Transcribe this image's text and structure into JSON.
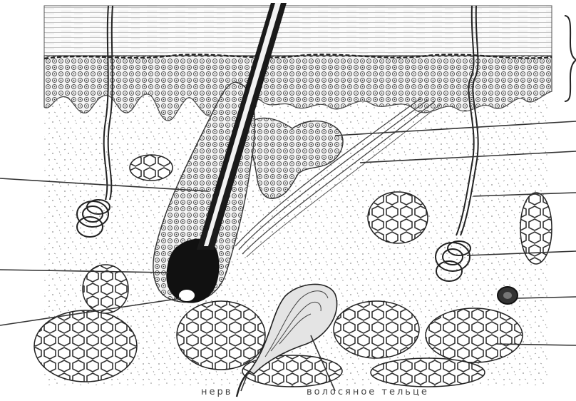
{
  "figure": {
    "caption_left": "нерв",
    "caption_right": "волосяное тельце"
  },
  "colors": {
    "ink": "#1a1a1a",
    "paper": "#ffffff",
    "stipple": "#c9c9c9",
    "leader": "#333333"
  },
  "parts": [
    "stratum-corneum",
    "epidermis",
    "dermis",
    "hair-shaft",
    "hair-follicle",
    "hair-bulb",
    "hair-papilla",
    "sebaceous-gland",
    "arrector-pili-muscle",
    "sweat-duct",
    "sweat-gland-coil",
    "blood-vessel",
    "fat-lobules",
    "nerve",
    "lamellar-corpuscle"
  ]
}
